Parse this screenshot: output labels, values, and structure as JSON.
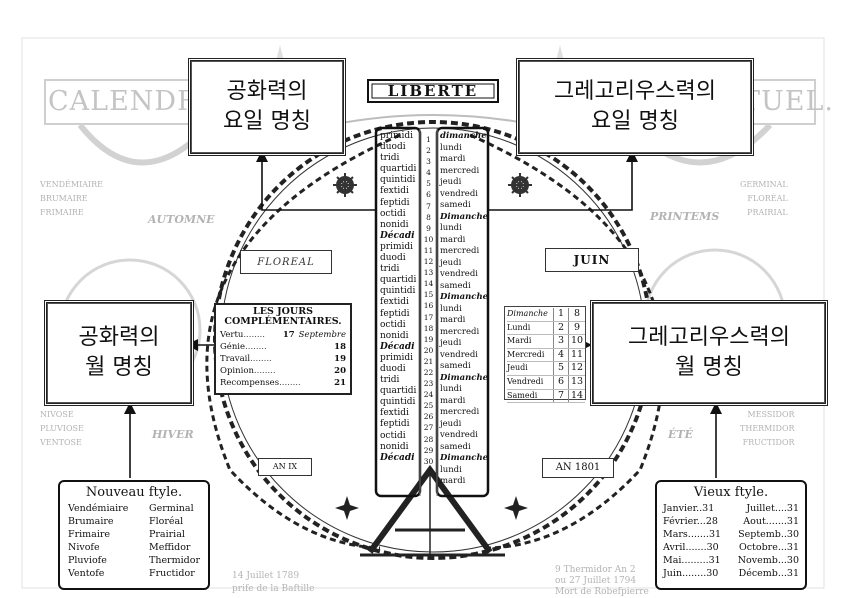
{
  "header": {
    "liberte": "LIBERTE",
    "faint_left_title": "CALENDRIER",
    "faint_right_title": "TUEL."
  },
  "callouts": {
    "top_left": "공화력의\n요일 명칭",
    "top_right": "그레고리우스력의\n요일 명칭",
    "mid_left": "공화력의\n월 명칭",
    "mid_right": "그레고리우스력의\n월 명칭"
  },
  "left_panel": {
    "month_label": "FLOREAL",
    "complementary_title": "LES JOURS COMPLÉMENTAIRES.",
    "complementary_rows": [
      {
        "name": "Vertu",
        "value": "17",
        "month": "Septembre"
      },
      {
        "name": "Génie",
        "value": "18",
        "month": ""
      },
      {
        "name": "Travail",
        "value": "19",
        "month": ""
      },
      {
        "name": "Opinion",
        "value": "20",
        "month": ""
      },
      {
        "name": "Recompenses",
        "value": "21",
        "month": ""
      }
    ],
    "year": "AN IX"
  },
  "right_panel": {
    "month_label": "JUIN",
    "weekdays": [
      "Dimanche",
      "Lundi",
      "Mardi",
      "Mercredi",
      "Jeudi",
      "Vendredi",
      "Samedi"
    ],
    "col1": [
      "1",
      "2",
      "3",
      "4",
      "5",
      "6",
      "7"
    ],
    "col2": [
      "8",
      "9",
      "10",
      "11",
      "12",
      "13",
      "14"
    ],
    "year": "AN 1801"
  },
  "republican_days": [
    "primidi",
    "duodi",
    "tridi",
    "quartidi",
    "quintidi",
    "fextidi",
    "feptidi",
    "octidi",
    "nonidi",
    "Décadi",
    "primidi",
    "duodi",
    "tridi",
    "quartidi",
    "quintidi",
    "fextidi",
    "feptidi",
    "octidi",
    "nonidi",
    "Décadi",
    "primidi",
    "duodi",
    "tridi",
    "quartidi",
    "quintidi",
    "fextidi",
    "feptidi",
    "octidi",
    "nonidi",
    "Décadi"
  ],
  "gregorian_days": [
    "dimanche",
    "lundi",
    "mardi",
    "mercredi",
    "jeudi",
    "vendredi",
    "samedi",
    "Dimanche",
    "lundi",
    "mardi",
    "mercredi",
    "jeudi",
    "vendredi",
    "samedi",
    "Dimanche",
    "lundi",
    "mardi",
    "mercredi",
    "jeudi",
    "vendredi",
    "samedi",
    "Dimanche",
    "lundi",
    "mardi",
    "mercredi",
    "jeudi",
    "vendredi",
    "samedi",
    "Dimanche",
    "lundi",
    "mardi"
  ],
  "day_numbers": [
    "1",
    "2",
    "3",
    "4",
    "5",
    "6",
    "7",
    "8",
    "9",
    "10",
    "11",
    "12",
    "13",
    "14",
    "15",
    "16",
    "17",
    "18",
    "19",
    "20",
    "21",
    "22",
    "23",
    "24",
    "25",
    "26",
    "27",
    "28",
    "29",
    "30"
  ],
  "legend_new": {
    "title": "Nouveau ftyle.",
    "col_a": [
      "Vendémiaire",
      "Brumaire",
      "Frimaire",
      "Nivofe",
      "Pluviofe",
      "Ventofe"
    ],
    "col_b": [
      "Germinal",
      "Floréal",
      "Prairial",
      "Meffidor",
      "Thermidor",
      "Fructidor"
    ]
  },
  "legend_old": {
    "title": "Vieux ftyle.",
    "rows": [
      {
        "a": "Janvier..31",
        "b": "Juillet....31"
      },
      {
        "a": "Février...28",
        "b": "Aout.......31"
      },
      {
        "a": "Mars.......31",
        "b": "Septemb..30"
      },
      {
        "a": "Avril.......30",
        "b": "Octobre...31"
      },
      {
        "a": "Mai.........31",
        "b": "Novemb...30"
      },
      {
        "a": "Juin........30",
        "b": "Décemb...31"
      }
    ]
  },
  "faint": {
    "left_seasons": [
      "AUTOMNE",
      "HIVER"
    ],
    "right_seasons": [
      "PRINTEMS",
      "ÉTÉ"
    ],
    "left_months_top": [
      "VENDÉMIAIRE",
      "BRUMAIRE",
      "FRIMAIRE"
    ],
    "left_months_bottom": [
      "NIVOSE",
      "PLUVIOSE",
      "VENTOSE"
    ],
    "right_months_top": [
      "GERMINAL",
      "FLORÉAL",
      "PRAIRIAL"
    ],
    "right_months_bottom": [
      "MESSIDOR",
      "THERMIDOR",
      "FRUCTIDOR"
    ],
    "bottom_left": [
      "14 Juillet 1789",
      "prife de la Baftille"
    ],
    "bottom_right": [
      "9 Thermidor An 2",
      "ou 27 Juillet 1794",
      "Mort de Robefpierre"
    ]
  },
  "colors": {
    "ink": "#111111",
    "faint": "#b9b9b9",
    "background": "#ffffff"
  }
}
